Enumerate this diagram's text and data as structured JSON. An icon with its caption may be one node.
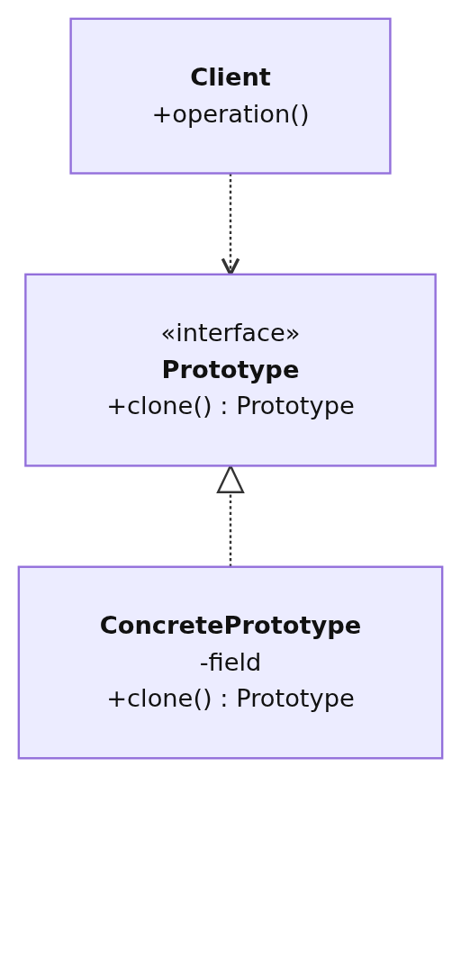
{
  "diagram": {
    "nodes": [
      {
        "text": [
          "Client",
          "+operation()"
        ]
      },
      {
        "text": [
          "«interface»",
          "Prototype",
          "+clone() : Prototype"
        ]
      },
      {
        "text": [
          "ConcretePrototype",
          "-field",
          "+clone() : Prototype"
        ]
      }
    ],
    "edges": [
      {
        "from": 0,
        "to": 1,
        "arrow": "to",
        "style": "dashed"
      },
      {
        "from": 2,
        "to": 1,
        "arrow": "to",
        "style": "dashed"
      }
    ]
  }
}
